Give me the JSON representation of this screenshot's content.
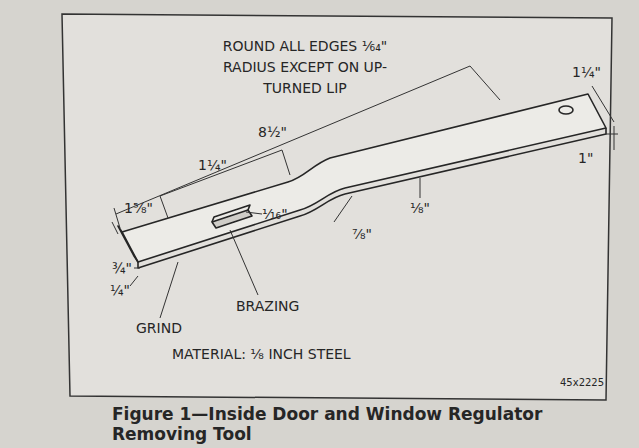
{
  "diagram": {
    "caption": "Figure 1—Inside Door and Window Regulator Removing Tool",
    "labels": [
      "ROUND ALL EDGES ¹⁄₆₄\" RADIUS EXCEPT ON UP-TURNED LIP",
      "8½\"",
      "1¼\"",
      "1⅝\"",
      "¹⁄₁₆\"",
      "⅞\"",
      "⅛\"",
      "1¼\"",
      "1\"",
      "¾\"",
      "¼\"",
      "BRAZING",
      "GRIND",
      "MATERIAL: ⅛ INCH STEEL",
      "45x2225"
    ]
  }
}
